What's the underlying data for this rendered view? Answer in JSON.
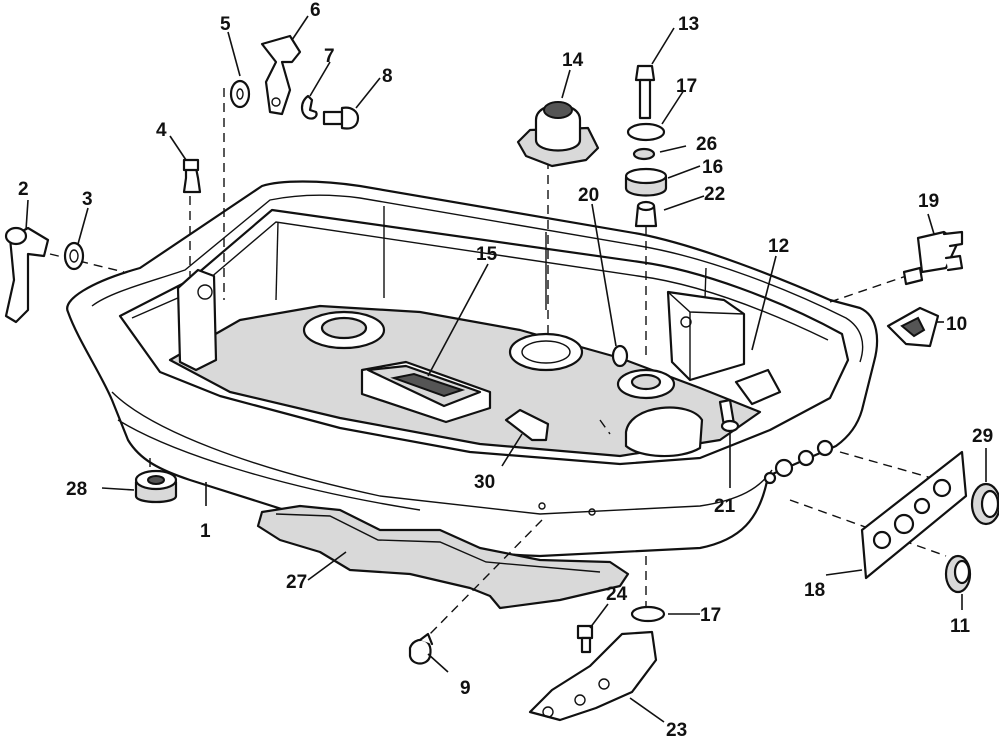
{
  "diagram": {
    "callouts": [
      {
        "id": "c1",
        "label": "1"
      },
      {
        "id": "c2",
        "label": "2"
      },
      {
        "id": "c3",
        "label": "3"
      },
      {
        "id": "c4",
        "label": "4"
      },
      {
        "id": "c5",
        "label": "5"
      },
      {
        "id": "c6",
        "label": "6"
      },
      {
        "id": "c7",
        "label": "7"
      },
      {
        "id": "c8",
        "label": "8"
      },
      {
        "id": "c9",
        "label": "9"
      },
      {
        "id": "c10",
        "label": "10"
      },
      {
        "id": "c11",
        "label": "11"
      },
      {
        "id": "c12",
        "label": "12"
      },
      {
        "id": "c13",
        "label": "13"
      },
      {
        "id": "c14",
        "label": "14"
      },
      {
        "id": "c15",
        "label": "15"
      },
      {
        "id": "c16",
        "label": "16"
      },
      {
        "id": "c17a",
        "label": "17"
      },
      {
        "id": "c17b",
        "label": "17"
      },
      {
        "id": "c18",
        "label": "18"
      },
      {
        "id": "c19",
        "label": "19"
      },
      {
        "id": "c20",
        "label": "20"
      },
      {
        "id": "c21",
        "label": "21"
      },
      {
        "id": "c22",
        "label": "22"
      },
      {
        "id": "c23",
        "label": "23"
      },
      {
        "id": "c24",
        "label": "24"
      },
      {
        "id": "c26",
        "label": "26"
      },
      {
        "id": "c27",
        "label": "27"
      },
      {
        "id": "c28",
        "label": "28"
      },
      {
        "id": "c29",
        "label": "29"
      },
      {
        "id": "c30",
        "label": "30"
      }
    ]
  }
}
